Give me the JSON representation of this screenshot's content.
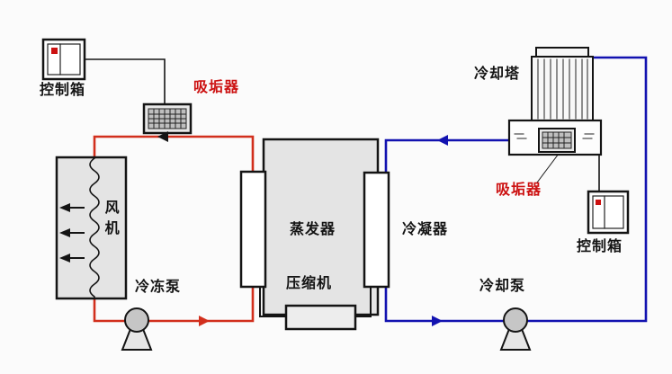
{
  "colors": {
    "loop_red": "#d22f1d",
    "loop_blue": "#1212b0",
    "line_black": "#141414",
    "box_gray": "#e4e4e4",
    "label_red": "#cc1111",
    "text_black": "#141414",
    "bg": "#fbfbfb"
  },
  "labels": {
    "control_box_left": "控制箱",
    "descaler_top": "吸垢器",
    "fan": "风机",
    "chilled_water_pump": "冷冻泵",
    "evaporator": "蒸发器",
    "compressor": "压缩机",
    "condenser": "冷凝器",
    "cooling_tower": "冷却塔",
    "descaler_basin": "吸垢器",
    "control_box_right": "控制箱",
    "cooling_water_pump": "冷却泵"
  }
}
